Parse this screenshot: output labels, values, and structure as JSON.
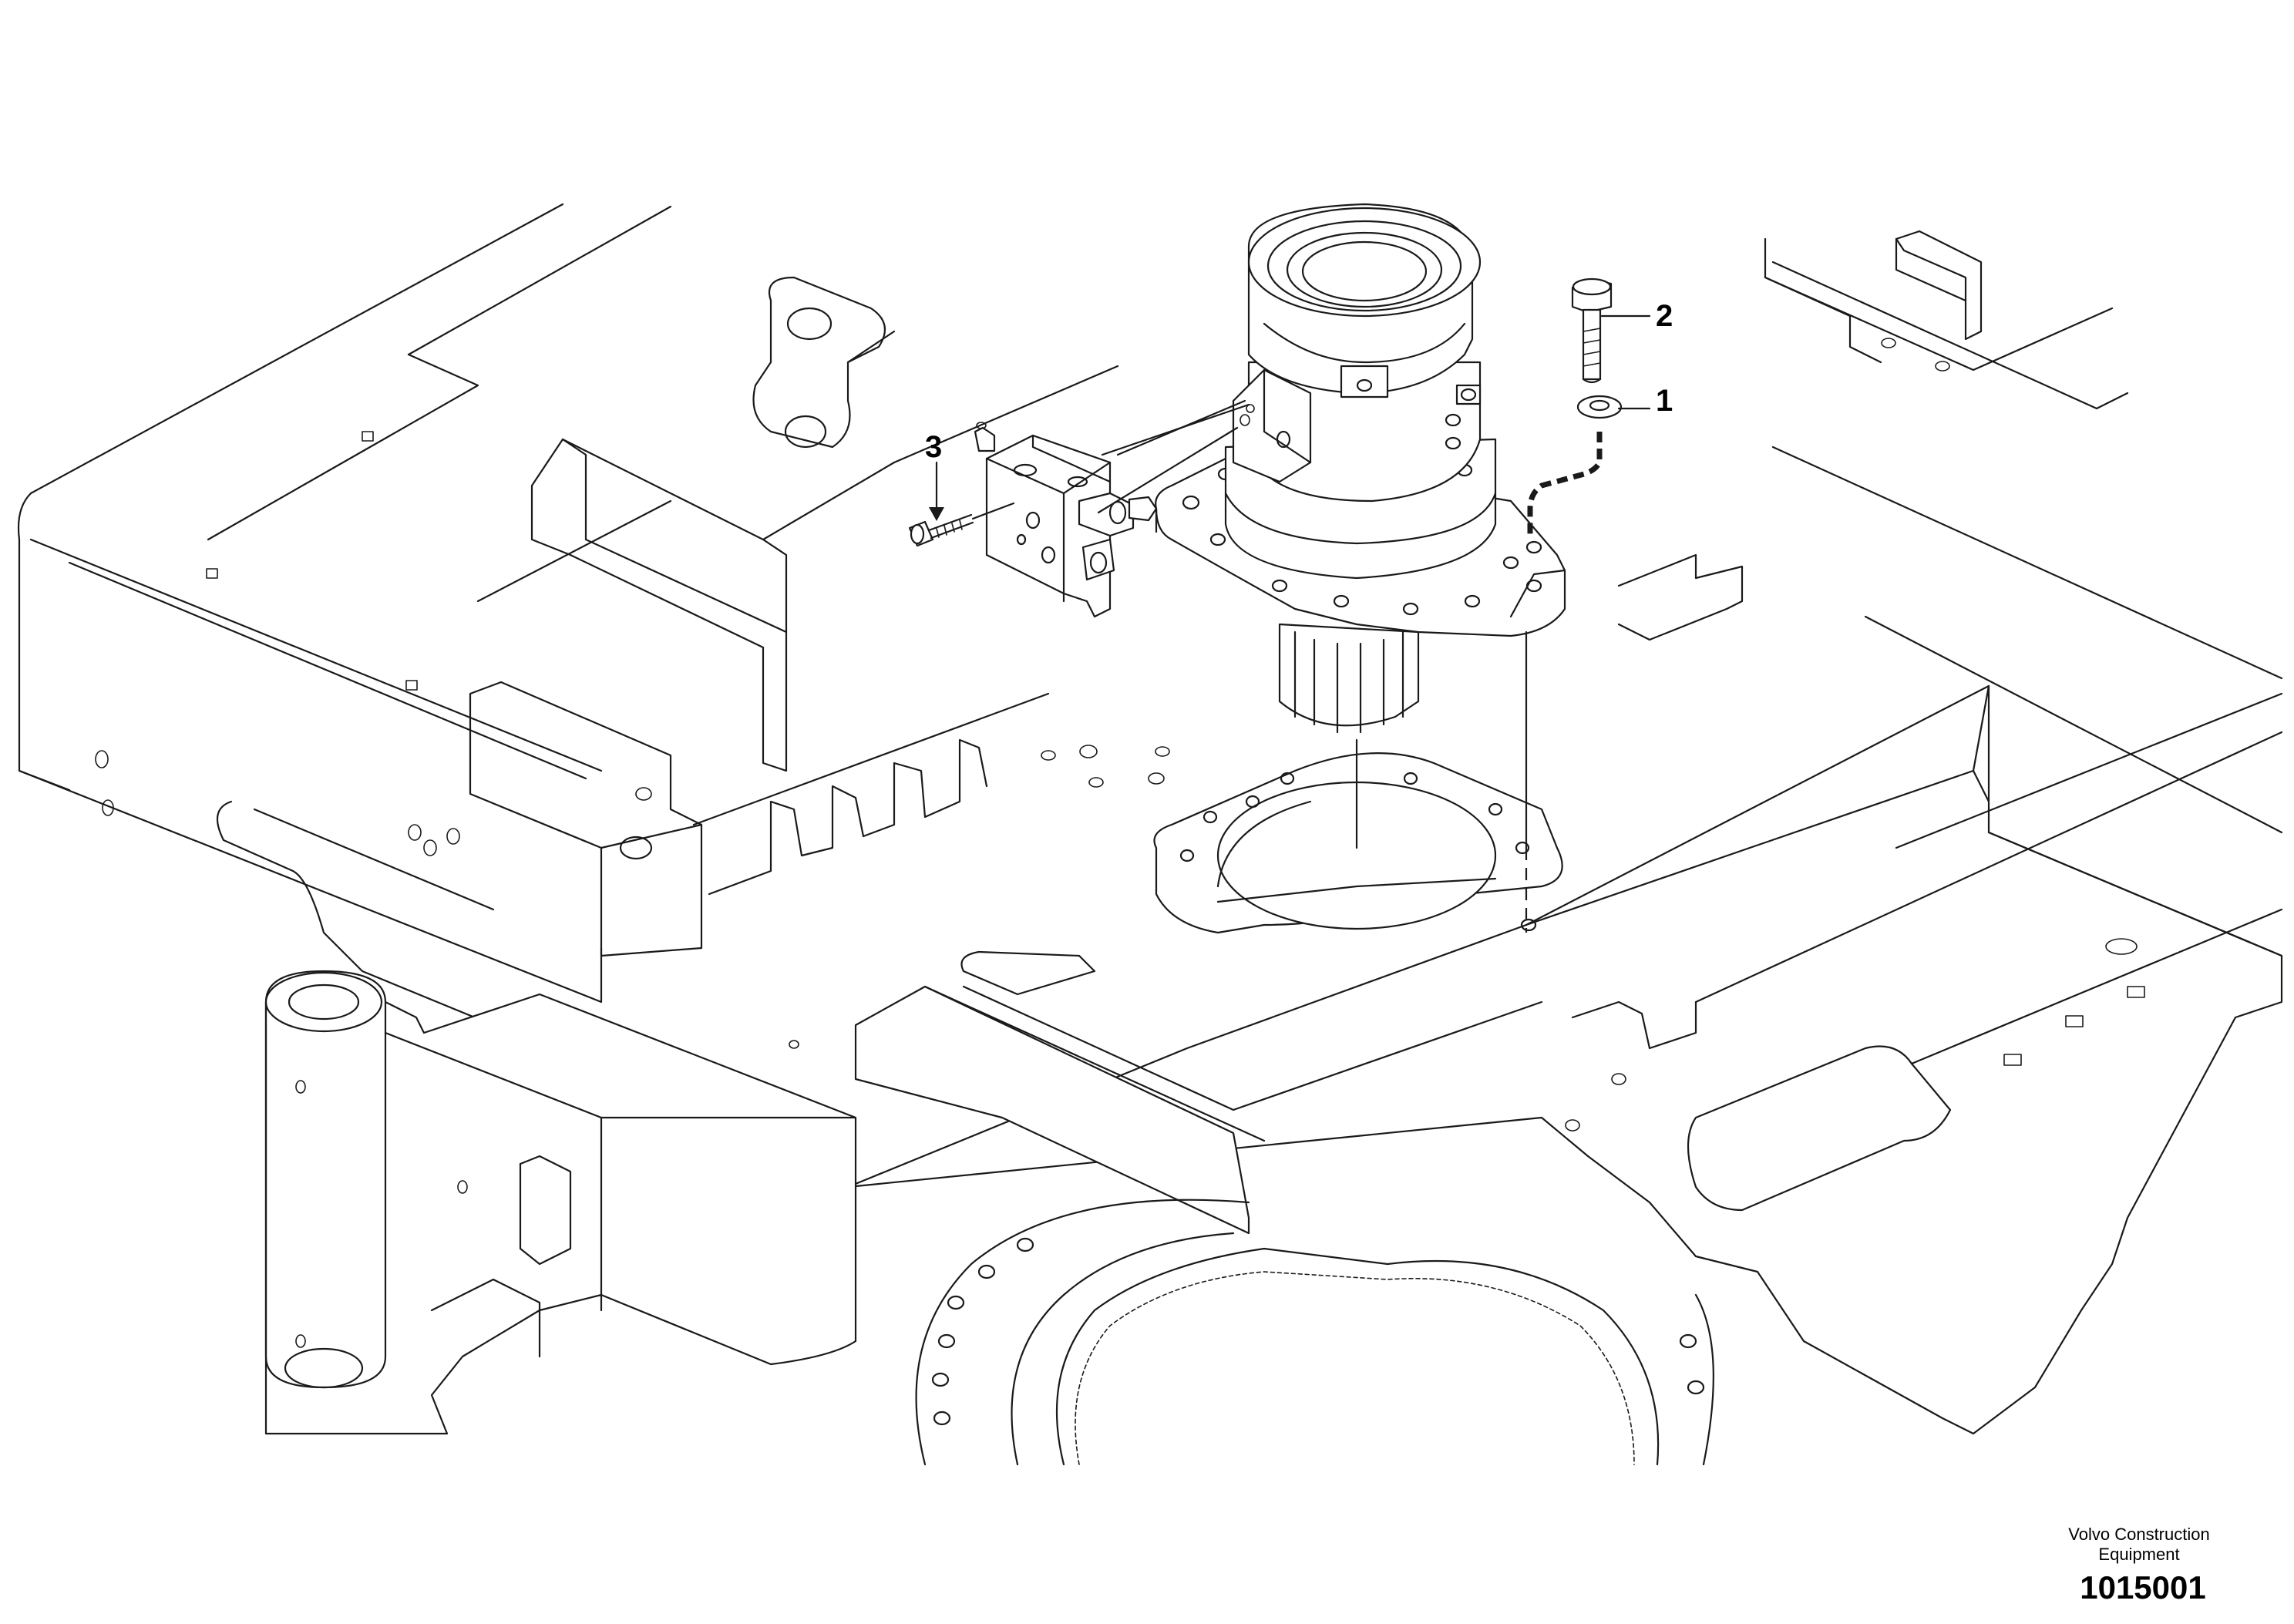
{
  "callouts": [
    {
      "id": "1",
      "label": "1"
    },
    {
      "id": "2",
      "label": "2"
    },
    {
      "id": "3",
      "label": "3"
    }
  ],
  "brand": {
    "line1": "Volvo Construction",
    "line2": "Equipment"
  },
  "drawing_number": "1015001"
}
